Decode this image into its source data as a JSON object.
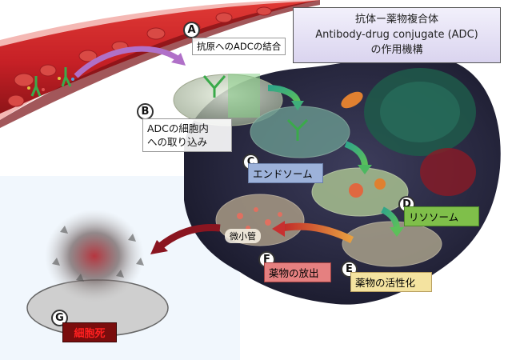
{
  "title": {
    "line1": "抗体ー薬物複合体",
    "line2": "Antibody-drug conjugate (ADC)",
    "line3": "の作用機構"
  },
  "steps": [
    {
      "letter": "A",
      "label": "抗原へのADCの結合"
    },
    {
      "letter": "B",
      "label_line1": "ADCの細胞内",
      "label_line2": "への取り込み"
    },
    {
      "letter": "C",
      "label": "エンドソーム"
    },
    {
      "letter": "D",
      "label": "リソソーム"
    },
    {
      "letter": "E",
      "label": "薬物の活性化"
    },
    {
      "letter": "F",
      "label": "薬物の放出"
    },
    {
      "letter": "G",
      "label": "細胞死"
    }
  ],
  "microtubule_label": "微小管",
  "colors": {
    "blood_vessel": "#c8262a",
    "cell_body": "#2c2c44",
    "cell_death_label_bg": "#7a0d0d",
    "cell_death_label_text": "#ff2020",
    "lysosome_tag": "#7fbf4a",
    "endosome_tag": "#9db2da",
    "release_tag": "#e58080",
    "activation_tag": "#f4e3a0",
    "title_box": "#dad4ef"
  }
}
